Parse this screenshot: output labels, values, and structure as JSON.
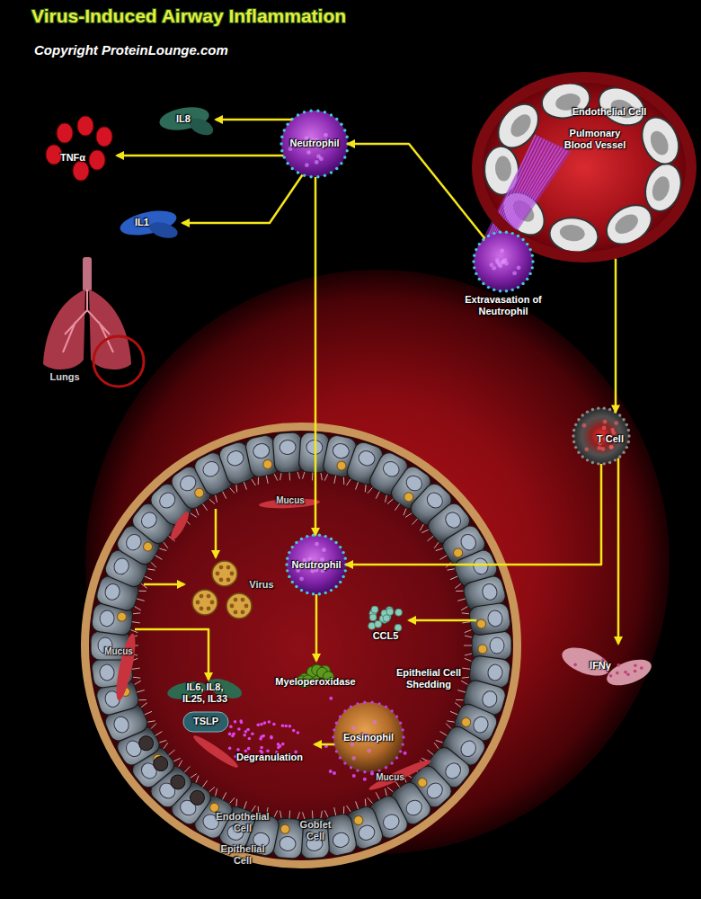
{
  "diagram": {
    "title": "Virus-Induced Airway Inflammation",
    "nodes": [
      {
        "text": [
          "Neutrophil"
        ]
      },
      {
        "text": [
          "IL8"
        ]
      },
      {
        "text": [
          "TNFα"
        ]
      },
      {
        "text": [
          "IL1"
        ]
      },
      {
        "text": [
          "Endothelial Cell",
          "Pulmonary Blood Vessel"
        ]
      },
      {
        "text": [
          "Extravasation of Neutrophil"
        ]
      },
      {
        "text": [
          "T Cell"
        ]
      },
      {
        "text": [
          "IFNγ"
        ]
      },
      {
        "text": [
          "Endothelial Cell",
          "Goblet Cell",
          "Epithelial Cell"
        ]
      },
      {
        "text": [
          "Neutrophil"
        ],
        "in": 8
      },
      {
        "text": [
          "Virus"
        ],
        "in": 8
      },
      {
        "text": [
          "CCL5"
        ],
        "in": 8
      },
      {
        "text": [
          "IL6, IL8, IL25, IL33"
        ],
        "in": 8
      },
      {
        "text": [
          "TSLP"
        ],
        "in": 8
      },
      {
        "text": [
          "Myeloperoxidase"
        ],
        "in": 8
      },
      {
        "text": [
          "Eosinophil"
        ],
        "in": 8
      },
      {
        "text": [
          "Degranulation"
        ],
        "in": 8
      }
    ],
    "edges": [
      {
        "from": 0,
        "to": 1,
        "arrow": "to"
      },
      {
        "from": 0,
        "to": 2,
        "arrow": "to"
      },
      {
        "from": 0,
        "to": 3,
        "arrow": "to"
      },
      {
        "from": 5,
        "to": 0,
        "arrow": "to"
      },
      {
        "from": 4,
        "to": 6,
        "arrow": "to"
      },
      {
        "from": 0,
        "to": 9,
        "arrow": "to"
      },
      {
        "from": 6,
        "to": 9,
        "arrow": "to"
      },
      {
        "from": 6,
        "to": 7,
        "arrow": "to"
      },
      {
        "from": 9,
        "to": 14,
        "arrow": "to"
      },
      {
        "from": 15,
        "to": 16,
        "arrow": "to"
      },
      {
        "from": 8,
        "to": 10,
        "arrow": "to"
      },
      {
        "from": 8,
        "to": 10,
        "arrow": "to"
      },
      {
        "from": 8,
        "to": 12,
        "arrow": "to"
      },
      {
        "from": 8,
        "to": 11,
        "arrow": "to"
      }
    ],
    "labels": [
      "Copyright ProteinLounge.com",
      "Lungs",
      "Mucus",
      "Mucus",
      "Mucus",
      "Epithelial Cell Shedding"
    ]
  }
}
